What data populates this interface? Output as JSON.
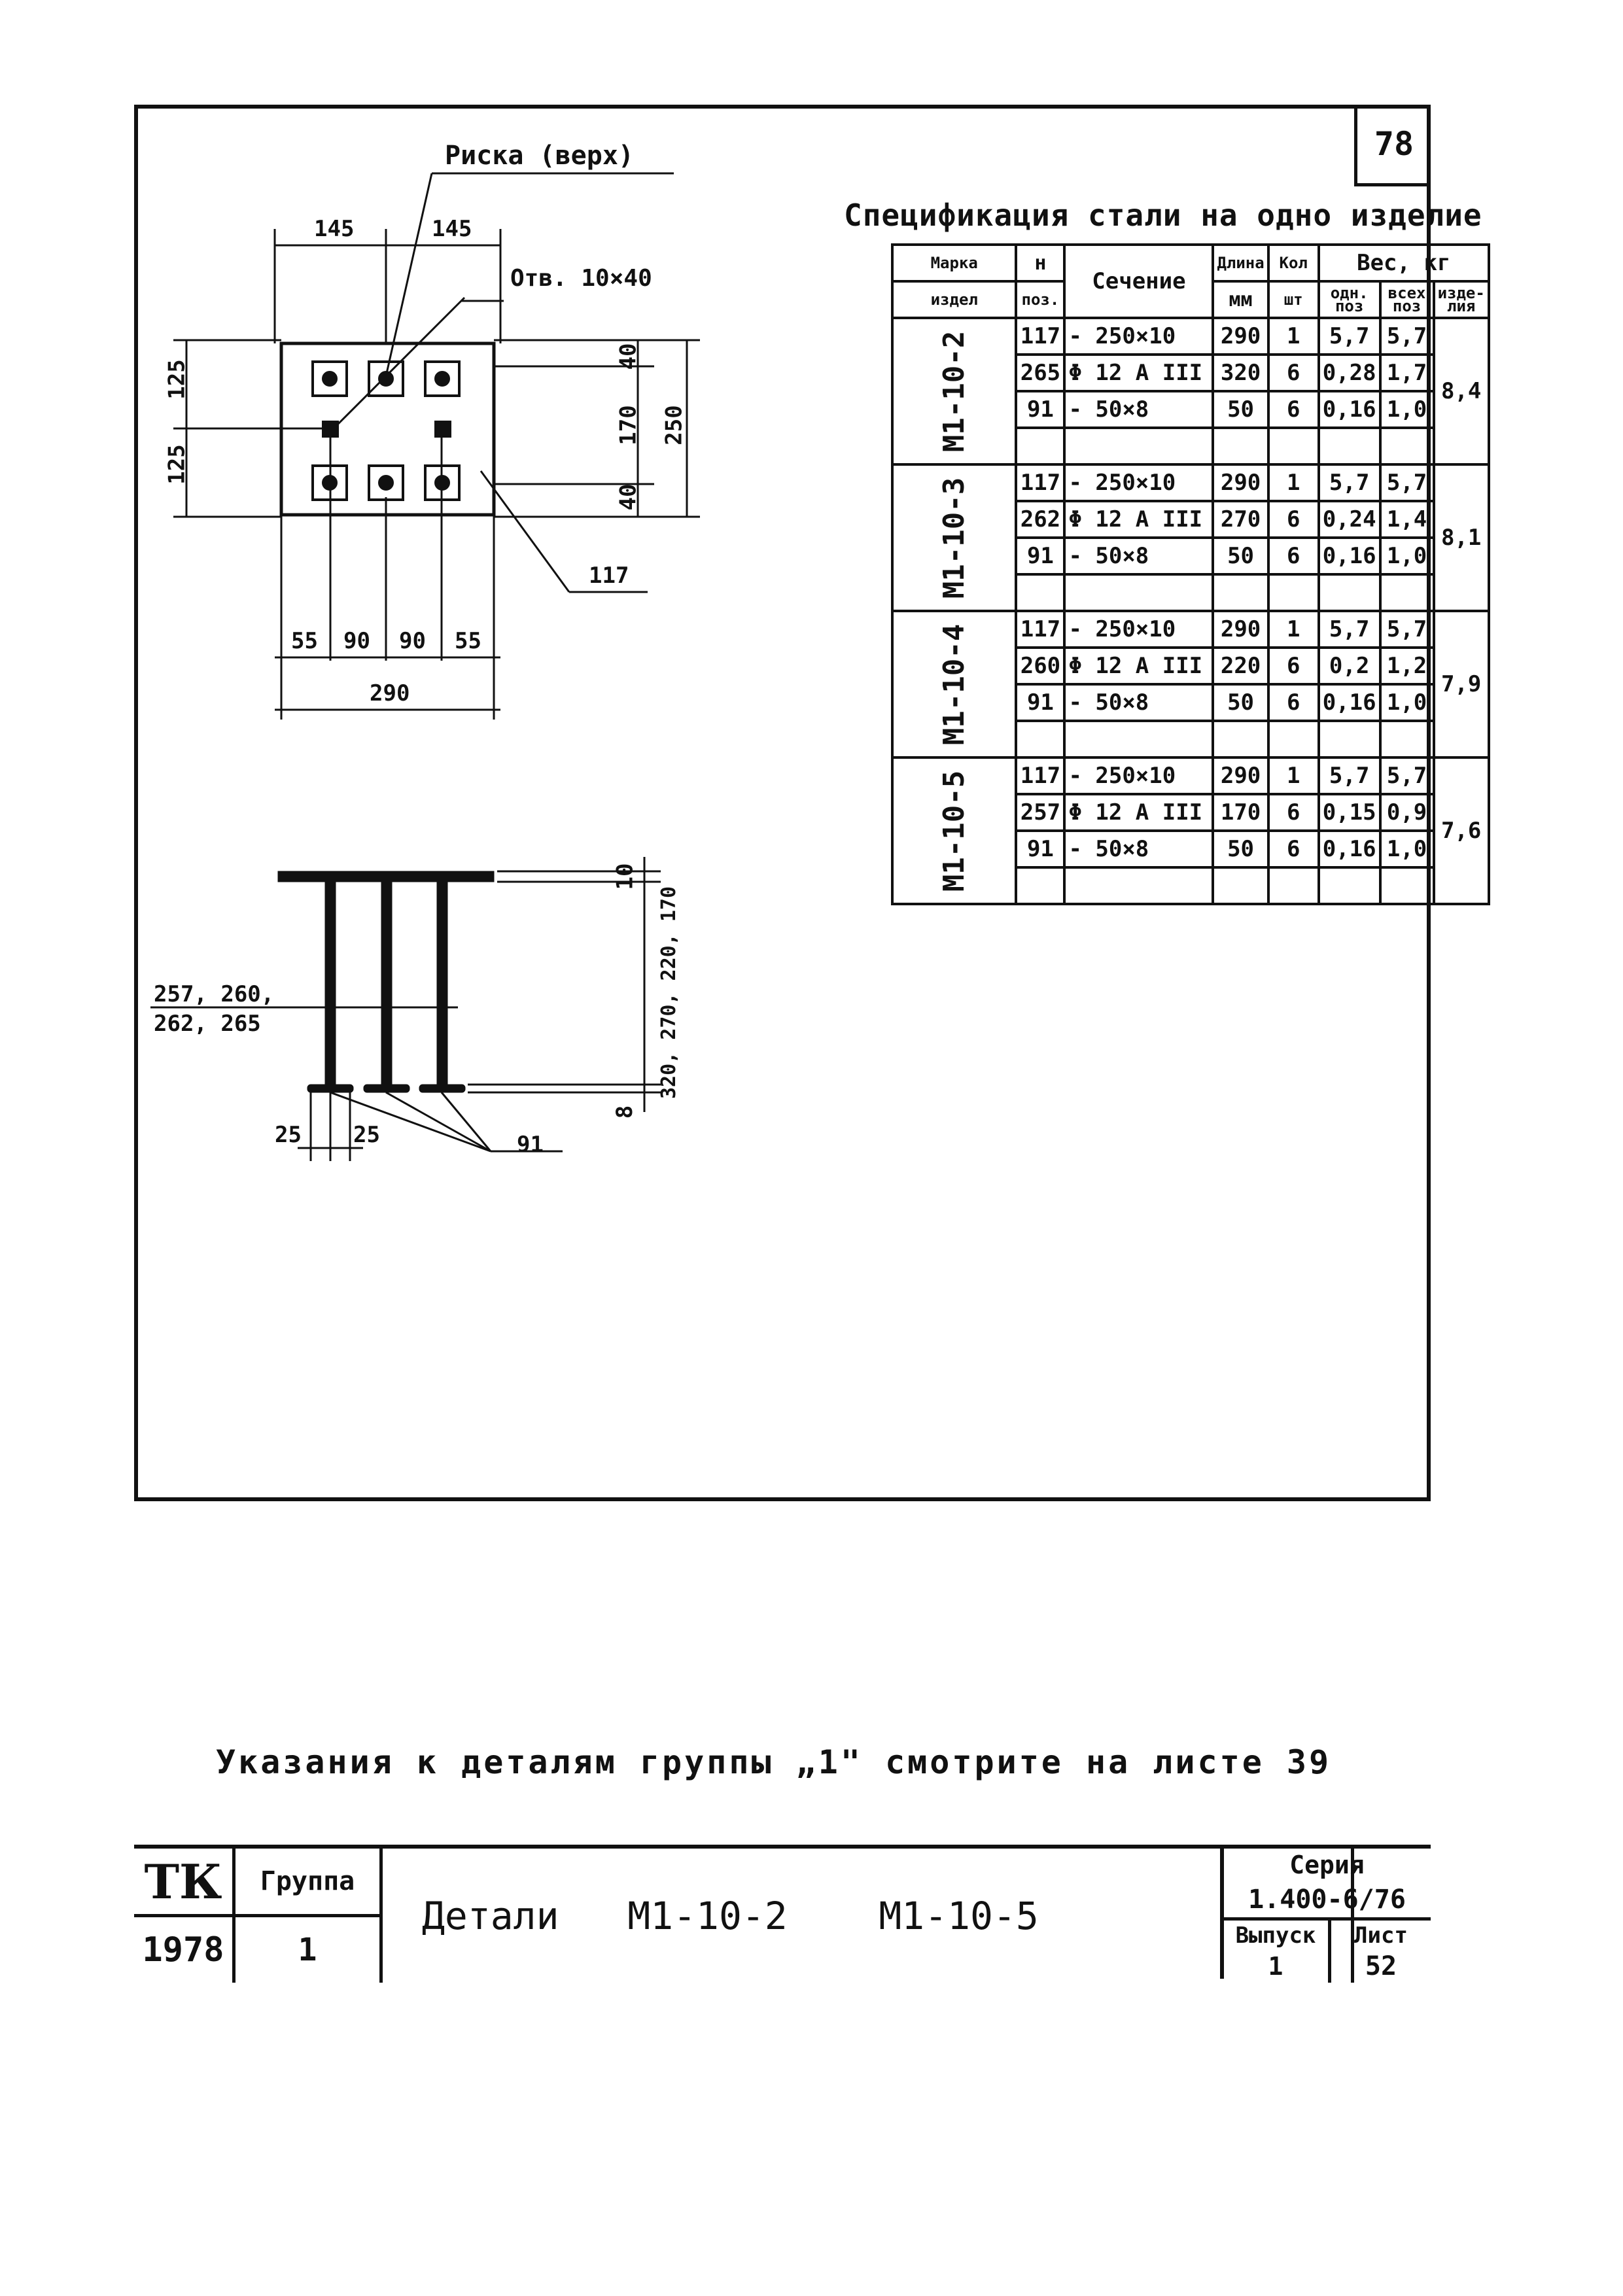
{
  "sheet_number": "78",
  "plan_view": {
    "mark_label": "Риска (верх)",
    "hole_label": "Отв. 10×40",
    "dims": {
      "top_left": "145",
      "top_right": "145",
      "left_upper": "125",
      "left_lower": "125",
      "right_top": "40",
      "right_mid": "170",
      "right_bottom": "40",
      "right_total": "250",
      "bottom_a": "55",
      "bottom_b": "90",
      "bottom_c": "90",
      "bottom_d": "55",
      "bottom_total": "290"
    },
    "plate_pos": "117"
  },
  "side_view": {
    "pos_label_1": "257, 260,",
    "pos_label_2": "262, 265",
    "dim_top": "10",
    "dim_len": "320, 270, 220, 170",
    "dim_bottom": "8",
    "dim_w1": "25",
    "dim_w2": "25",
    "anchor_pos": "91"
  },
  "spec": {
    "title": "Спецификация стали на одно изделие",
    "headers": {
      "mark_1": "Марка",
      "mark_2": "издел",
      "pos_1": "н",
      "pos_2": "поз.",
      "section": "Сечение",
      "length_1": "Длина",
      "length_2": "мм",
      "qty_1": "Кол",
      "qty_2": "шт",
      "weight": "Вес, кг",
      "w_one": "одн. поз",
      "w_all": "всех поз",
      "w_item": "изде-лия"
    },
    "groups": [
      {
        "mark": "М1-10-2",
        "item_weight": "8,4",
        "rows": [
          {
            "pos": "117",
            "section": "- 250×10",
            "len": "290",
            "qty": "1",
            "w1": "5,7",
            "w2": "5,7"
          },
          {
            "pos": "265",
            "section": "Φ 12 A III",
            "len": "320",
            "qty": "6",
            "w1": "0,28",
            "w2": "1,7"
          },
          {
            "pos": "91",
            "section": "- 50×8",
            "len": "50",
            "qty": "6",
            "w1": "0,16",
            "w2": "1,0"
          }
        ]
      },
      {
        "mark": "М1-10-3",
        "item_weight": "8,1",
        "rows": [
          {
            "pos": "117",
            "section": "- 250×10",
            "len": "290",
            "qty": "1",
            "w1": "5,7",
            "w2": "5,7"
          },
          {
            "pos": "262",
            "section": "Φ 12 A III",
            "len": "270",
            "qty": "6",
            "w1": "0,24",
            "w2": "1,4"
          },
          {
            "pos": "91",
            "section": "- 50×8",
            "len": "50",
            "qty": "6",
            "w1": "0,16",
            "w2": "1,0"
          }
        ]
      },
      {
        "mark": "М1-10-4",
        "item_weight": "7,9",
        "rows": [
          {
            "pos": "117",
            "section": "- 250×10",
            "len": "290",
            "qty": "1",
            "w1": "5,7",
            "w2": "5,7"
          },
          {
            "pos": "260",
            "section": "Φ 12 A III",
            "len": "220",
            "qty": "6",
            "w1": "0,2",
            "w2": "1,2"
          },
          {
            "pos": "91",
            "section": "- 50×8",
            "len": "50",
            "qty": "6",
            "w1": "0,16",
            "w2": "1,0"
          }
        ]
      },
      {
        "mark": "М1-10-5",
        "item_weight": "7,6",
        "rows": [
          {
            "pos": "117",
            "section": "- 250×10",
            "len": "290",
            "qty": "1",
            "w1": "5,7",
            "w2": "5,7"
          },
          {
            "pos": "257",
            "section": "Φ 12 A III",
            "len": "170",
            "qty": "6",
            "w1": "0,15",
            "w2": "0,9"
          },
          {
            "pos": "91",
            "section": "- 50×8",
            "len": "50",
            "qty": "6",
            "w1": "0,16",
            "w2": "1,0"
          }
        ]
      }
    ]
  },
  "note": "Указания к деталям группы „1\" смотрите на листе 39",
  "title_block": {
    "org": "ТК",
    "year": "1978",
    "group_label": "Группа",
    "group_value": "1",
    "title": "Детали   М1-10-2    М1-10-5",
    "series_label": "Серия",
    "series_value": "1.400-6/76",
    "issue_label": "Выпуск",
    "issue_value": "1",
    "sheet_label": "Лист",
    "sheet_value": "52"
  }
}
